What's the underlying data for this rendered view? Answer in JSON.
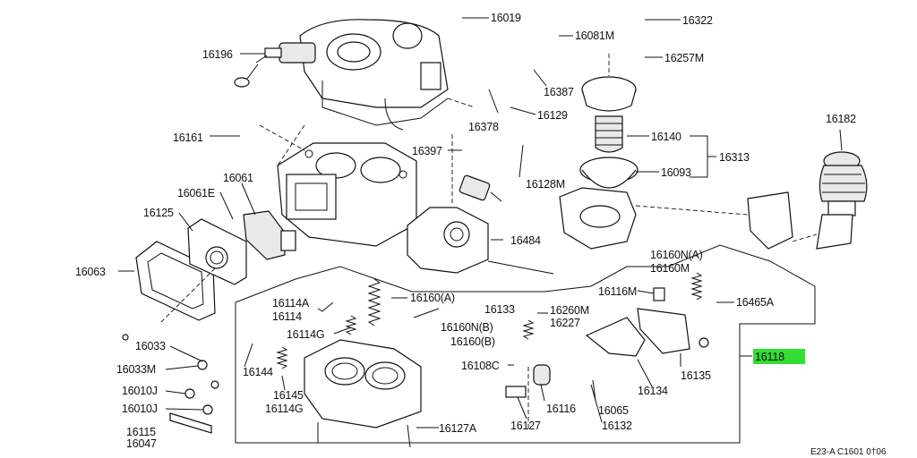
{
  "diagram": {
    "highlight_color": "#33dd33",
    "reference_code": "E23-A C1601 0†06",
    "callouts": {
      "p16019": "16019",
      "p16322": "16322",
      "p16081M": "16081M",
      "p16257M": "16257M",
      "p16196": "16196",
      "p16387": "16387",
      "p16378": "16378",
      "p16129": "16129",
      "p16182": "16182",
      "p16161": "16161",
      "p16397": "16397",
      "p16140": "16140",
      "p16313": "16313",
      "p16093": "16093",
      "p16061": "16061",
      "p16061E": "16061E",
      "p16128M": "16128M",
      "p16125": "16125",
      "p16484": "16484",
      "p16063": "16063",
      "p16160NA": "16160N(A)",
      "p16160M": "16160M",
      "p16114A": "16114A",
      "p16114": "16114",
      "p16160A": "16160(A)",
      "p16133": "16133",
      "p16116M": "16116M",
      "p16465A": "16465A",
      "p16260M": "16260M",
      "p16227": "16227",
      "p16160NB": "16160N(B)",
      "p16160B": "16160(B)",
      "p16114G": "16114G",
      "p16033": "16033",
      "p16118": "16118",
      "p16033M": "16033M",
      "p16144": "16144",
      "p16108C": "16108C",
      "p16135": "16135",
      "p16010J_1": "16010J",
      "p16145": "16145",
      "p16114G_2": "16114G",
      "p16134": "16134",
      "p16010J_2": "16010J",
      "p16116": "16116",
      "p16065": "16065",
      "p16115": "16115",
      "p16127A": "16127A",
      "p16047": "16047",
      "p16127": "16127",
      "p16132": "16132"
    }
  }
}
